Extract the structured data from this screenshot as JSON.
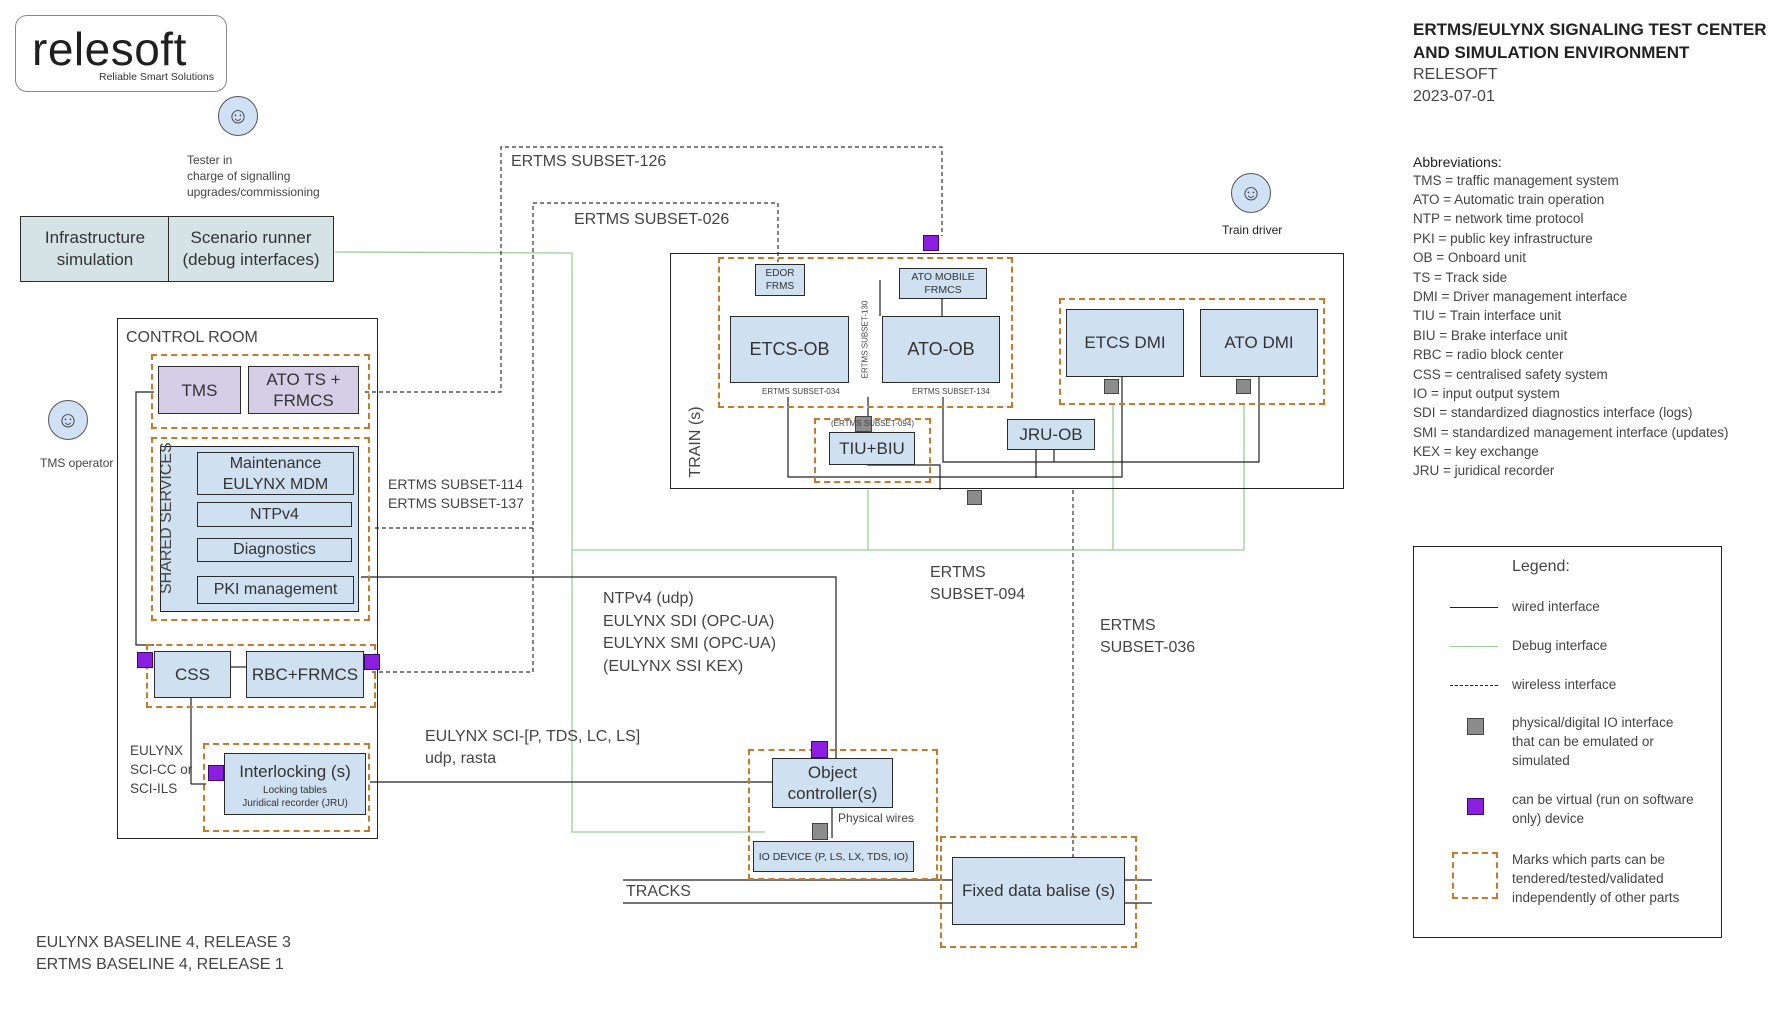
{
  "logo": {
    "name": "relesoft",
    "tagline": "Reliable Smart Solutions"
  },
  "header": {
    "title_line1": "ERTMS/EULYNX SIGNALING TEST CENTER",
    "title_line2": "AND SIMULATION ENVIRONMENT",
    "company": "RELESOFT",
    "date": "2023-07-01"
  },
  "abbreviations": {
    "title": "Abbreviations:",
    "items": [
      "TMS = traffic management system",
      "ATO = Automatic train operation",
      "NTP = network time protocol",
      "PKI = public key infrastructure",
      "OB = Onboard unit",
      "TS = Track side",
      "DMI = Driver management interface",
      "TIU = Train interface unit",
      "BIU = Brake interface unit",
      "RBC = radio block center",
      "CSS = centralised safety system",
      "IO = input output system",
      "SDI = standardized diagnostics interface (logs)",
      "SMI = standardized management interface (updates)",
      "KEX = key exchange",
      "JRU = juridical recorder"
    ]
  },
  "legend": {
    "title": "Legend:",
    "wired": "wired interface",
    "debug": "Debug interface",
    "wireless": "wireless interface",
    "io": "physical/digital IO interface\nthat can be emulated or\nsimulated",
    "virtual": "can be virtual (run on software\nonly) device",
    "marks": "Marks which parts can be\ntendered/tested/validated\nindependently of other parts"
  },
  "colors": {
    "wired": "#222222",
    "debug": "#9ccc9c",
    "dash_group": "#c57b2a",
    "virtual": "#8a1fe0",
    "io": "#8c8c8c",
    "box": "#cfe0f1"
  },
  "actors": {
    "tester": "Tester in\ncharge of signalling\nupgrades/commissioning",
    "tms_operator": "TMS operator",
    "driver": "Train driver"
  },
  "sim": {
    "infra": "Infrastructure\nsimulation",
    "scenario": "Scenario runner\n(debug interfaces)"
  },
  "control_room": {
    "label": "CONTROL ROOM",
    "tms": "TMS",
    "ato_ts": "ATO TS +\nFRMCS",
    "shared_services": "SHARED SERVICES",
    "maintenance": "Maintenance\nEULYNX MDM",
    "ntp": "NTPv4",
    "diagnostics": "Diagnostics",
    "pki": "PKI management",
    "css": "CSS",
    "rbc": "RBC+FRMCS",
    "interlocking": "Interlocking (s)",
    "interlocking_sub": "Locking tables\nJuridical recorder (JRU)",
    "eulynx_label": "EULYNX\nSCI-CC or\nSCI-ILS"
  },
  "train": {
    "label": "TRAIN (s)",
    "edor": "EDOR\nFRMS",
    "ato_mobile": "ATO MOBILE\nFRMCS",
    "etcs_ob": "ETCS-OB",
    "ato_ob": "ATO-OB",
    "etcs_dmi": "ETCS DMI",
    "ato_dmi": "ATO DMI",
    "tiu": "TIU+BIU",
    "jru": "JRU-OB",
    "subset_130": "ERTMS SUBSET-130",
    "subset_034": "ERTMS SUBSET-034",
    "subset_134": "ERTMS SUBSET-134",
    "subset_094_small": "(ERTMS SUBSET-094)"
  },
  "labels": {
    "subset_126": "ERTMS SUBSET-126",
    "subset_026": "ERTMS SUBSET-026",
    "subset_114_137": "ERTMS SUBSET-114\nERTMS SUBSET-137",
    "subset_094": "ERTMS\nSUBSET-094",
    "subset_036": "ERTMS\nSUBSET-036",
    "ntp_block": "NTPv4 (udp)\nEULYNX SDI (OPC-UA)\nEULYNX SMI (OPC-UA)\n(EULYNX SSI KEX)",
    "sci": "EULYNX SCI-[P, TDS, LC, LS]\n udp, rasta",
    "tracks": "TRACKS",
    "baseline": "EULYNX BASELINE 4, RELEASE 3\n ERTMS BASELINE 4, RELEASE 1"
  },
  "field": {
    "object_controller": "Object\ncontroller(s)",
    "physical_wires": "Physical wires",
    "io_device": "IO DEVICE (P, LS, LX, TDS, IO)",
    "balise": "Fixed data balise (s)"
  }
}
